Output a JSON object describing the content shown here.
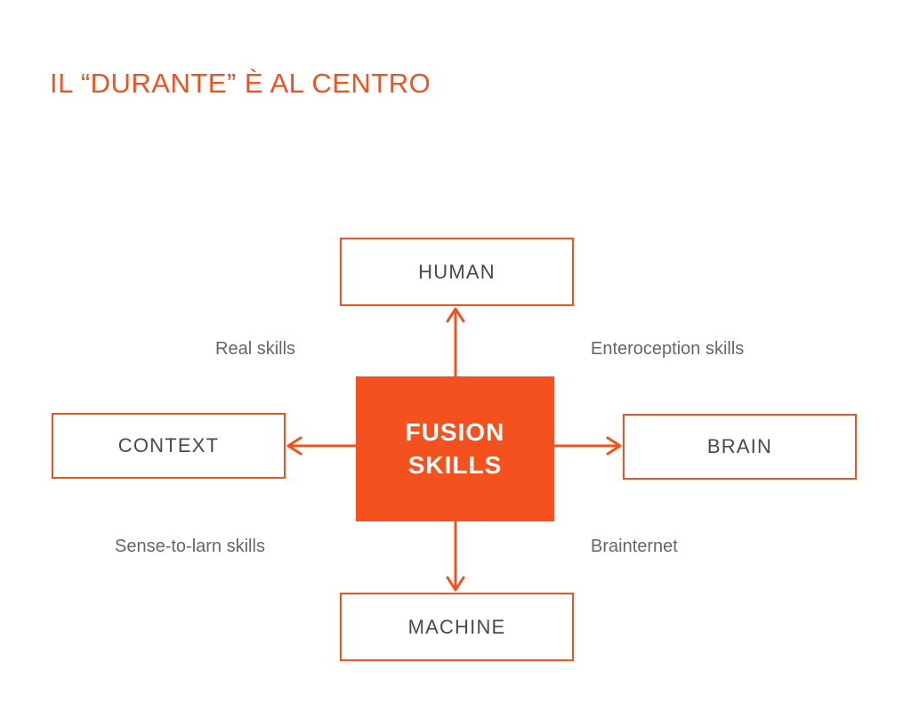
{
  "slide": {
    "title": "IL “DURANTE” È AL CENTRO",
    "background_color": "#FFFFFF"
  },
  "colors": {
    "accent_orange": "#F4511E",
    "node_text_gray": "#4A4A4A",
    "caption_gray": "#63666A",
    "hub_text": "#FFFFFF"
  },
  "diagram": {
    "type": "hub-and-spoke",
    "hub": {
      "line1": "FUSION",
      "line2": "SKILLS",
      "fill": "#F4511E",
      "text_color": "#FFFFFF"
    },
    "nodes": [
      {
        "id": "human",
        "label": "HUMAN",
        "position": "top"
      },
      {
        "id": "context",
        "label": "CONTEXT",
        "position": "left"
      },
      {
        "id": "brain",
        "label": "BRAIN",
        "position": "right"
      },
      {
        "id": "machine",
        "label": "MACHINE",
        "position": "bottom"
      }
    ],
    "captions": [
      {
        "id": "top-left",
        "text": "Real skills"
      },
      {
        "id": "top-right",
        "text": "Enteroception skills"
      },
      {
        "id": "bottom-left",
        "text": "Sense-to-larn skills"
      },
      {
        "id": "bottom-right",
        "text": "Brainternet"
      }
    ],
    "arrows": [
      {
        "id": "hub-to-human",
        "direction": "up",
        "from": "hub",
        "to": "human"
      },
      {
        "id": "hub-to-context",
        "direction": "left",
        "from": "hub",
        "to": "context"
      },
      {
        "id": "hub-to-brain",
        "direction": "right",
        "from": "hub",
        "to": "brain"
      },
      {
        "id": "hub-to-machine",
        "direction": "down",
        "from": "hub",
        "to": "machine"
      }
    ]
  }
}
